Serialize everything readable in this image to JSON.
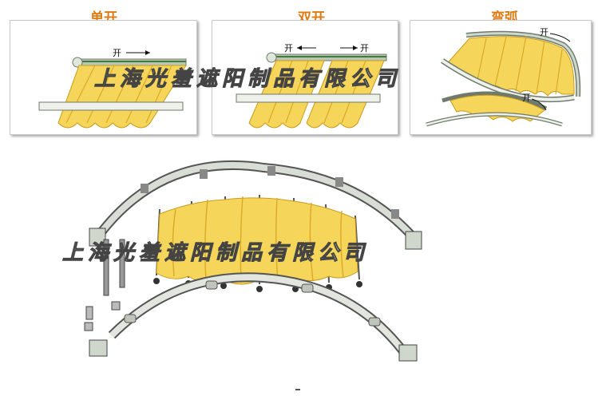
{
  "panels": [
    {
      "title": "单开",
      "open_labels": [
        "开"
      ]
    },
    {
      "title": "双开",
      "open_labels": [
        "开",
        "开"
      ]
    },
    {
      "title": "弯弧",
      "open_labels": [
        "开",
        "开"
      ]
    }
  ],
  "watermark": "上海光羞遮阳制品有限公司",
  "colors": {
    "title": "#e07a10",
    "fabric": "#f6d65a",
    "fabric_dark": "#d9a926",
    "rail": "#b9c6b4",
    "rail_dark": "#6f7a6c"
  }
}
